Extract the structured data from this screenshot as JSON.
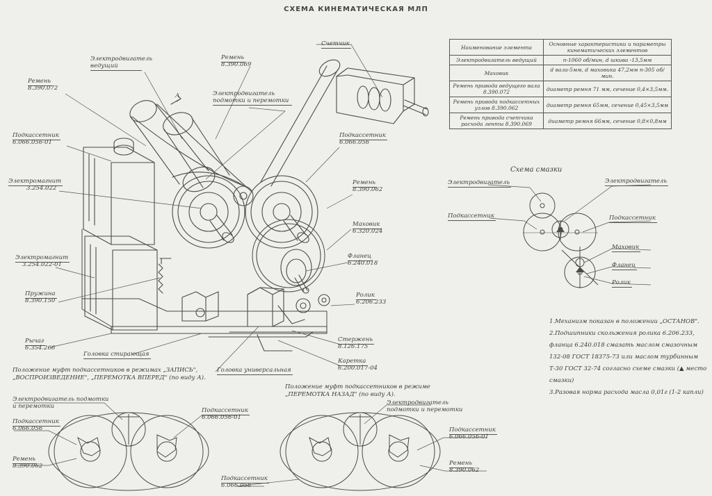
{
  "title": "СХЕМА КИНЕМАТИЧЕСКАЯ МЛП",
  "table": {
    "headers": [
      "Наименование элемента",
      "Основные характеристики и параметры кинематических элементов"
    ],
    "rows": [
      [
        "Электродвигатель ведущий",
        "n-1060 об/мин, d шкива -13,5мм"
      ],
      [
        "Маховик",
        "d вала-5мм, d маховика 47,2мм n-305 об/мин."
      ],
      [
        "Ремень привода ведущего вала 8.390.072",
        "диаметр ремня 71 мм, сечение 0,4×3,5мм."
      ],
      [
        "Ремень привода подкассетных узлов 8.390.062",
        "диаметр ремня 65мм, сечение 0,45×3,5мм"
      ],
      [
        "Ремень привода счетчика расхода ленты 8.390.069",
        "диаметр ремня 66мм, сечение 0,8×0,8мм"
      ]
    ]
  },
  "lubrication": {
    "title": "Схема смазки",
    "labels": {
      "motor_left": "Электродвигатель",
      "motor_right": "Электродвигатель",
      "reel_left": "Подкассетник",
      "reel_right": "Подкассетник",
      "flywheel": "Маховик",
      "flange": "Фланец",
      "roller": "Ролик"
    }
  },
  "labels": {
    "motor_drive": "Электродвигатель ведущий",
    "belt_top": {
      "name": "Ремень",
      "code": "8.390.069"
    },
    "counter": "Счетчик",
    "belt_left": {
      "name": "Ремень",
      "code": "8.390.072"
    },
    "motor_rewind": "Электродвигатель подмотки и перемотки",
    "reel_seat_left": {
      "name": "Подкассетник",
      "code": "6.066.056-01"
    },
    "reel_seat_center": {
      "name": "Подкассетник",
      "code": "6.066.056"
    },
    "electromagnet_1": {
      "name": "Электромагнит",
      "code": "3.254.022"
    },
    "belt_mid": {
      "name": "Ремень",
      "code": "8.390.062"
    },
    "flywheel": {
      "name": "Маховик",
      "code": "6.320.024"
    },
    "electromagnet_2": {
      "name": "Электромагнит",
      "code": "3.254.022-01"
    },
    "flange": {
      "name": "Фланец",
      "code": "6.240.018"
    },
    "spring": {
      "name": "Пружина",
      "code": "8.390.150"
    },
    "roller": {
      "name": "Ролик",
      "code": "6.206.233"
    },
    "lever": {
      "name": "Рычаг",
      "code": "6.354.266"
    },
    "erase_head": "Головка стирающая",
    "rod": {
      "name": "Стержень",
      "code": "8.126.175"
    },
    "universal_head": "Головка универсальная",
    "carriage": {
      "name": "Каретка",
      "code": "6.200.017-04"
    },
    "arrow_a": "А"
  },
  "notes": [
    "1.Механизм показан в положении „ОСТАНОВ\".",
    "2.Подшипники скольжения ролика 6.206.233, фланца 6.240.018 смазать маслом смазочным 132-08 ГОСТ 18375-73 или маслом турбинным Т-30 ГОСТ 32-74 согласно схеме смазки (▲ место смазки)",
    "3.Разовая норма расхода масла 0,01г (1-2 капли)"
  ],
  "positions": {
    "left": {
      "caption": "Положение муфт подкассетников в режимах „ЗАПИСЬ\", „ВОСПРОИЗВЕДЕНИЕ\", „ПЕРЕМОТКА ВПЕРЕД\" (по виду А).",
      "motor": "Электродвигатель подмотки и перемотки",
      "reel_left": {
        "name": "Подкассетник",
        "code": "6.066.056"
      },
      "reel_right": {
        "name": "Подкассетник",
        "code": "6.066.056-01"
      },
      "belt": {
        "name": "Ремень",
        "code": "8.390.062"
      }
    },
    "right": {
      "caption": "Положение муфт подкассетников в режиме „ПЕРЕМОТКА НАЗАД\" (по виду А).",
      "motor": "Электродвигатель подмотки и перемотки",
      "reel_right": {
        "name": "Подкассетник",
        "code": "6.066.056-01"
      },
      "belt": {
        "name": "Ремень",
        "code": "8.390.062"
      },
      "reel_bottom": {
        "name": "Подкассетник",
        "code": "6.066.056"
      }
    }
  }
}
